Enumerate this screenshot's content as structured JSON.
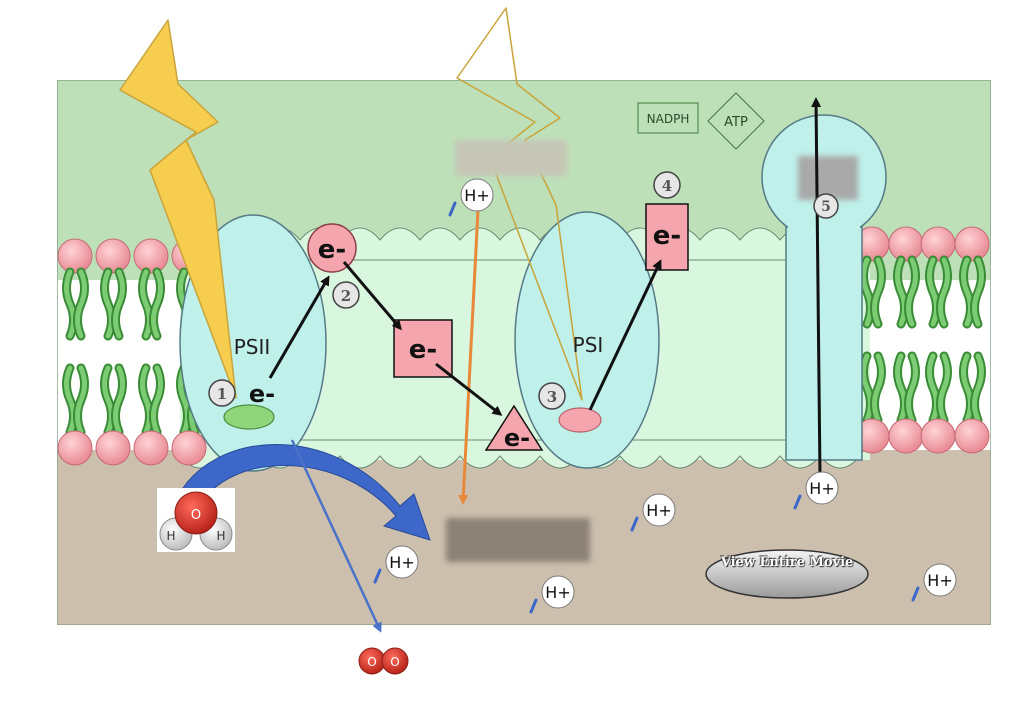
{
  "colors": {
    "stroma": "#bde0b9",
    "lumen": "#cdbfae",
    "membrane": "#d9f7df",
    "phospholipid_head": "#ef9ea6",
    "lipid_tail": "#5fb55a",
    "complex": "#bff0ea",
    "electron_carrier": "#f5a5ad",
    "sunlight": "#f7cd4f",
    "water_arrow": "#3d68c9",
    "proton_arrow": "#e8893a"
  },
  "labels": {
    "psii": "PSII",
    "psi": "PSI",
    "nadph": "NADPH",
    "atp": "ATP",
    "electron": "e-",
    "proton": "H+",
    "water_o": "O",
    "water_h": "H",
    "oxygen_o": "O",
    "view_movie": "View Entire Movie"
  },
  "steps": [
    "1",
    "2",
    "3",
    "4",
    "5"
  ],
  "icons": [
    "sunlight-bolt-icon",
    "water-molecule-icon",
    "oxygen-molecule-icon"
  ]
}
